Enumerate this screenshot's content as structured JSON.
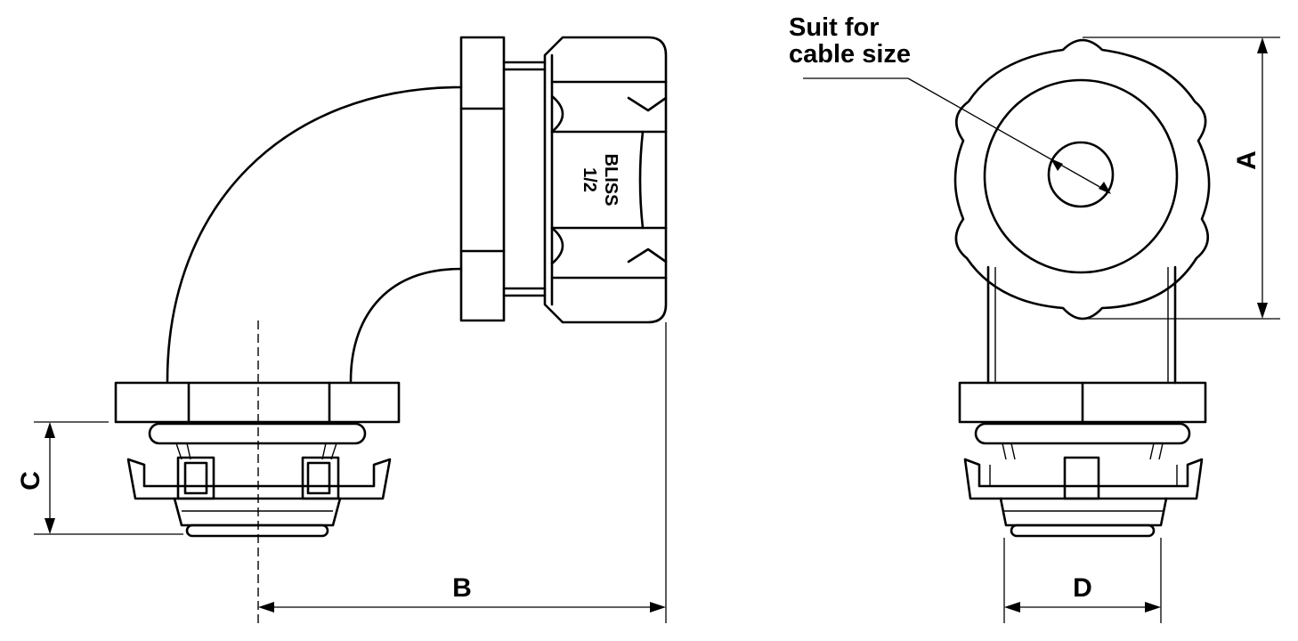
{
  "note": {
    "line1": "Suit for",
    "line2": "cable size"
  },
  "embossing": {
    "brand": "BLISS",
    "size": "1/2"
  },
  "dimensions": {
    "a": "A",
    "b": "B",
    "c": "C",
    "d": "D"
  },
  "colors": {
    "line": "#000000",
    "background": "#ffffff"
  }
}
